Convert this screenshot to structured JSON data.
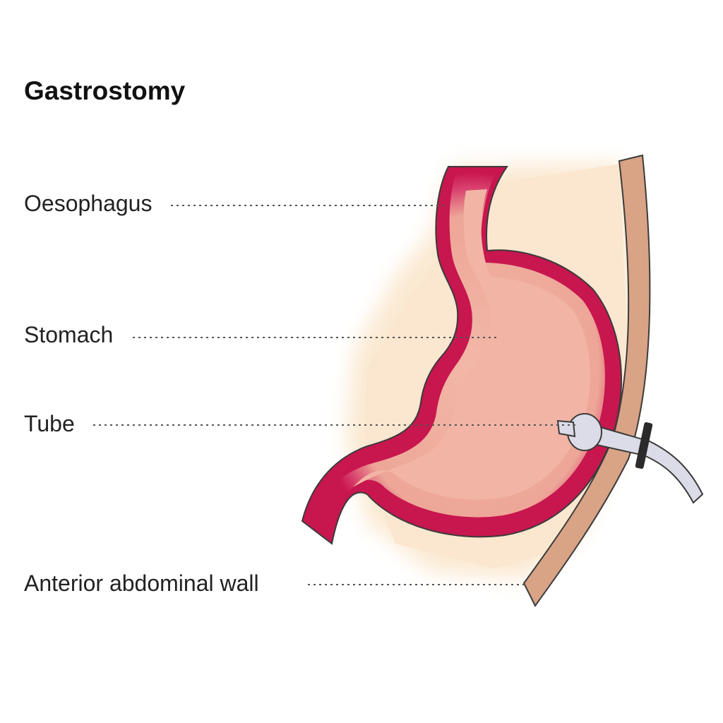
{
  "title": "Gastrostomy",
  "labels": {
    "oesophagus": "Oesophagus",
    "stomach": "Stomach",
    "tube": "Tube",
    "abdominal_wall": "Anterior abdominal wall"
  },
  "colors": {
    "stomach_wall": "#c8164f",
    "stomach_fill": "#f0b4a6",
    "fat_tissue": "#fbe9d2",
    "abdominal_wall": "#d9a385",
    "tube": "#dcdce8",
    "outline": "#333333"
  }
}
